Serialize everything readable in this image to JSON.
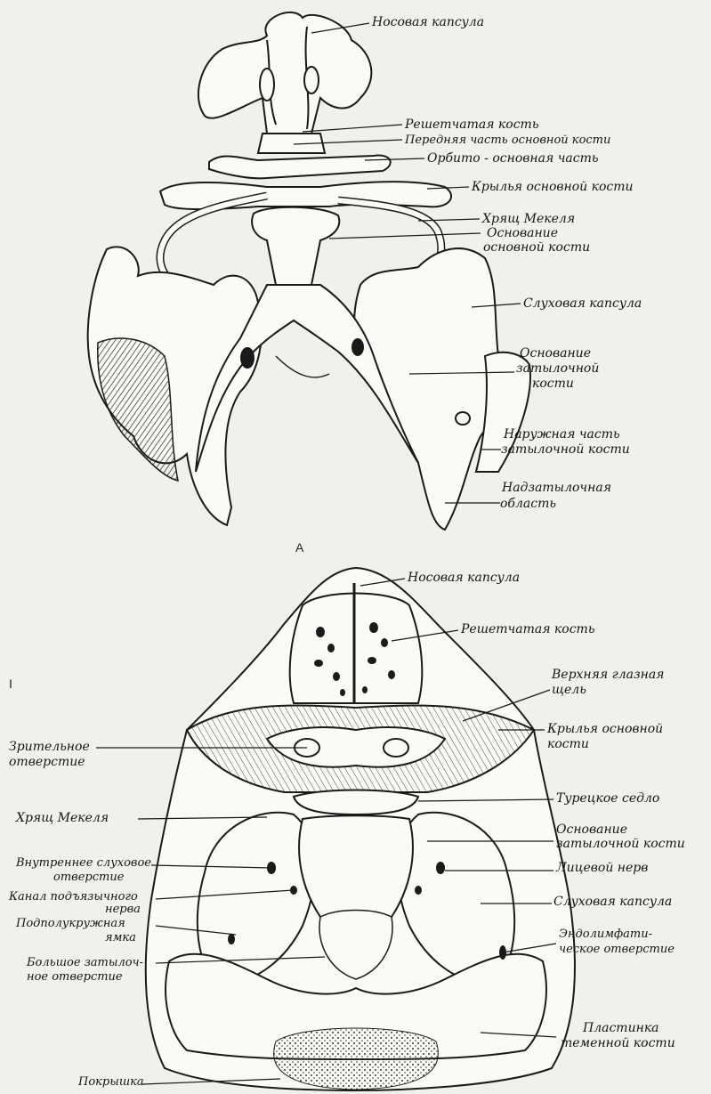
{
  "figure": {
    "panel_a_letter": "А",
    "stray_mark": "I",
    "panel_a": {
      "nasal_capsule": "Носовая капсула",
      "ethmoid": "Решетчатая кость",
      "presphenoid": "Передняя часть основной кости",
      "orbitosphenoid": "Орбито - основная часть",
      "sphenoid_wings": "Крылья основной кости",
      "meckel": "Хрящ Мекеля",
      "basisphenoid_1": "Основание",
      "basisphenoid_2": "основной кости",
      "otic_capsule": "Слуховая капсула",
      "basioccipital_1": "Основание",
      "basioccipital_2": "затылочной",
      "basioccipital_3": "кости",
      "exoccipital_1": "Наружная часть",
      "exoccipital_2": "затылочной кости",
      "supraoccipital_1": "Надзатылочная",
      "supraoccipital_2": "область"
    },
    "panel_b": {
      "nasal_capsule": "Носовая капсула",
      "ethmoid": "Решетчатая кость",
      "orbital_fissure_1": "Верхняя глазная",
      "orbital_fissure_2": "щель",
      "optic_foramen_1": "Зрительное",
      "optic_foramen_2": "отверстие",
      "sphenoid_wings_1": "Крылья основной",
      "sphenoid_wings_2": "кости",
      "meckel": "Хрящ Мекеля",
      "sella": "Турецкое седло",
      "internal_acoustic_1": "Внутреннее слуховое",
      "internal_acoustic_2": "отверстие",
      "basioccipital_1": "Основание",
      "basioccipital_2": "затылочной кости",
      "hypoglossal_1": "Канал подъязычного",
      "hypoglossal_2": "нерва",
      "facial_nerve": "Лицевой нерв",
      "subarcuate_1": "Подполукружная",
      "subarcuate_2": "ямка",
      "otic_capsule": "Слуховая капсула",
      "endolymphatic_1": "Эндолимфати-",
      "endolymphatic_2": "ческое отверстие",
      "foramen_magnum_1": "Большое затылоч-",
      "foramen_magnum_2": "ное отверстие",
      "parietal_1": "Пластинка",
      "parietal_2": "теменной кости",
      "roof": "Покрышка"
    }
  }
}
